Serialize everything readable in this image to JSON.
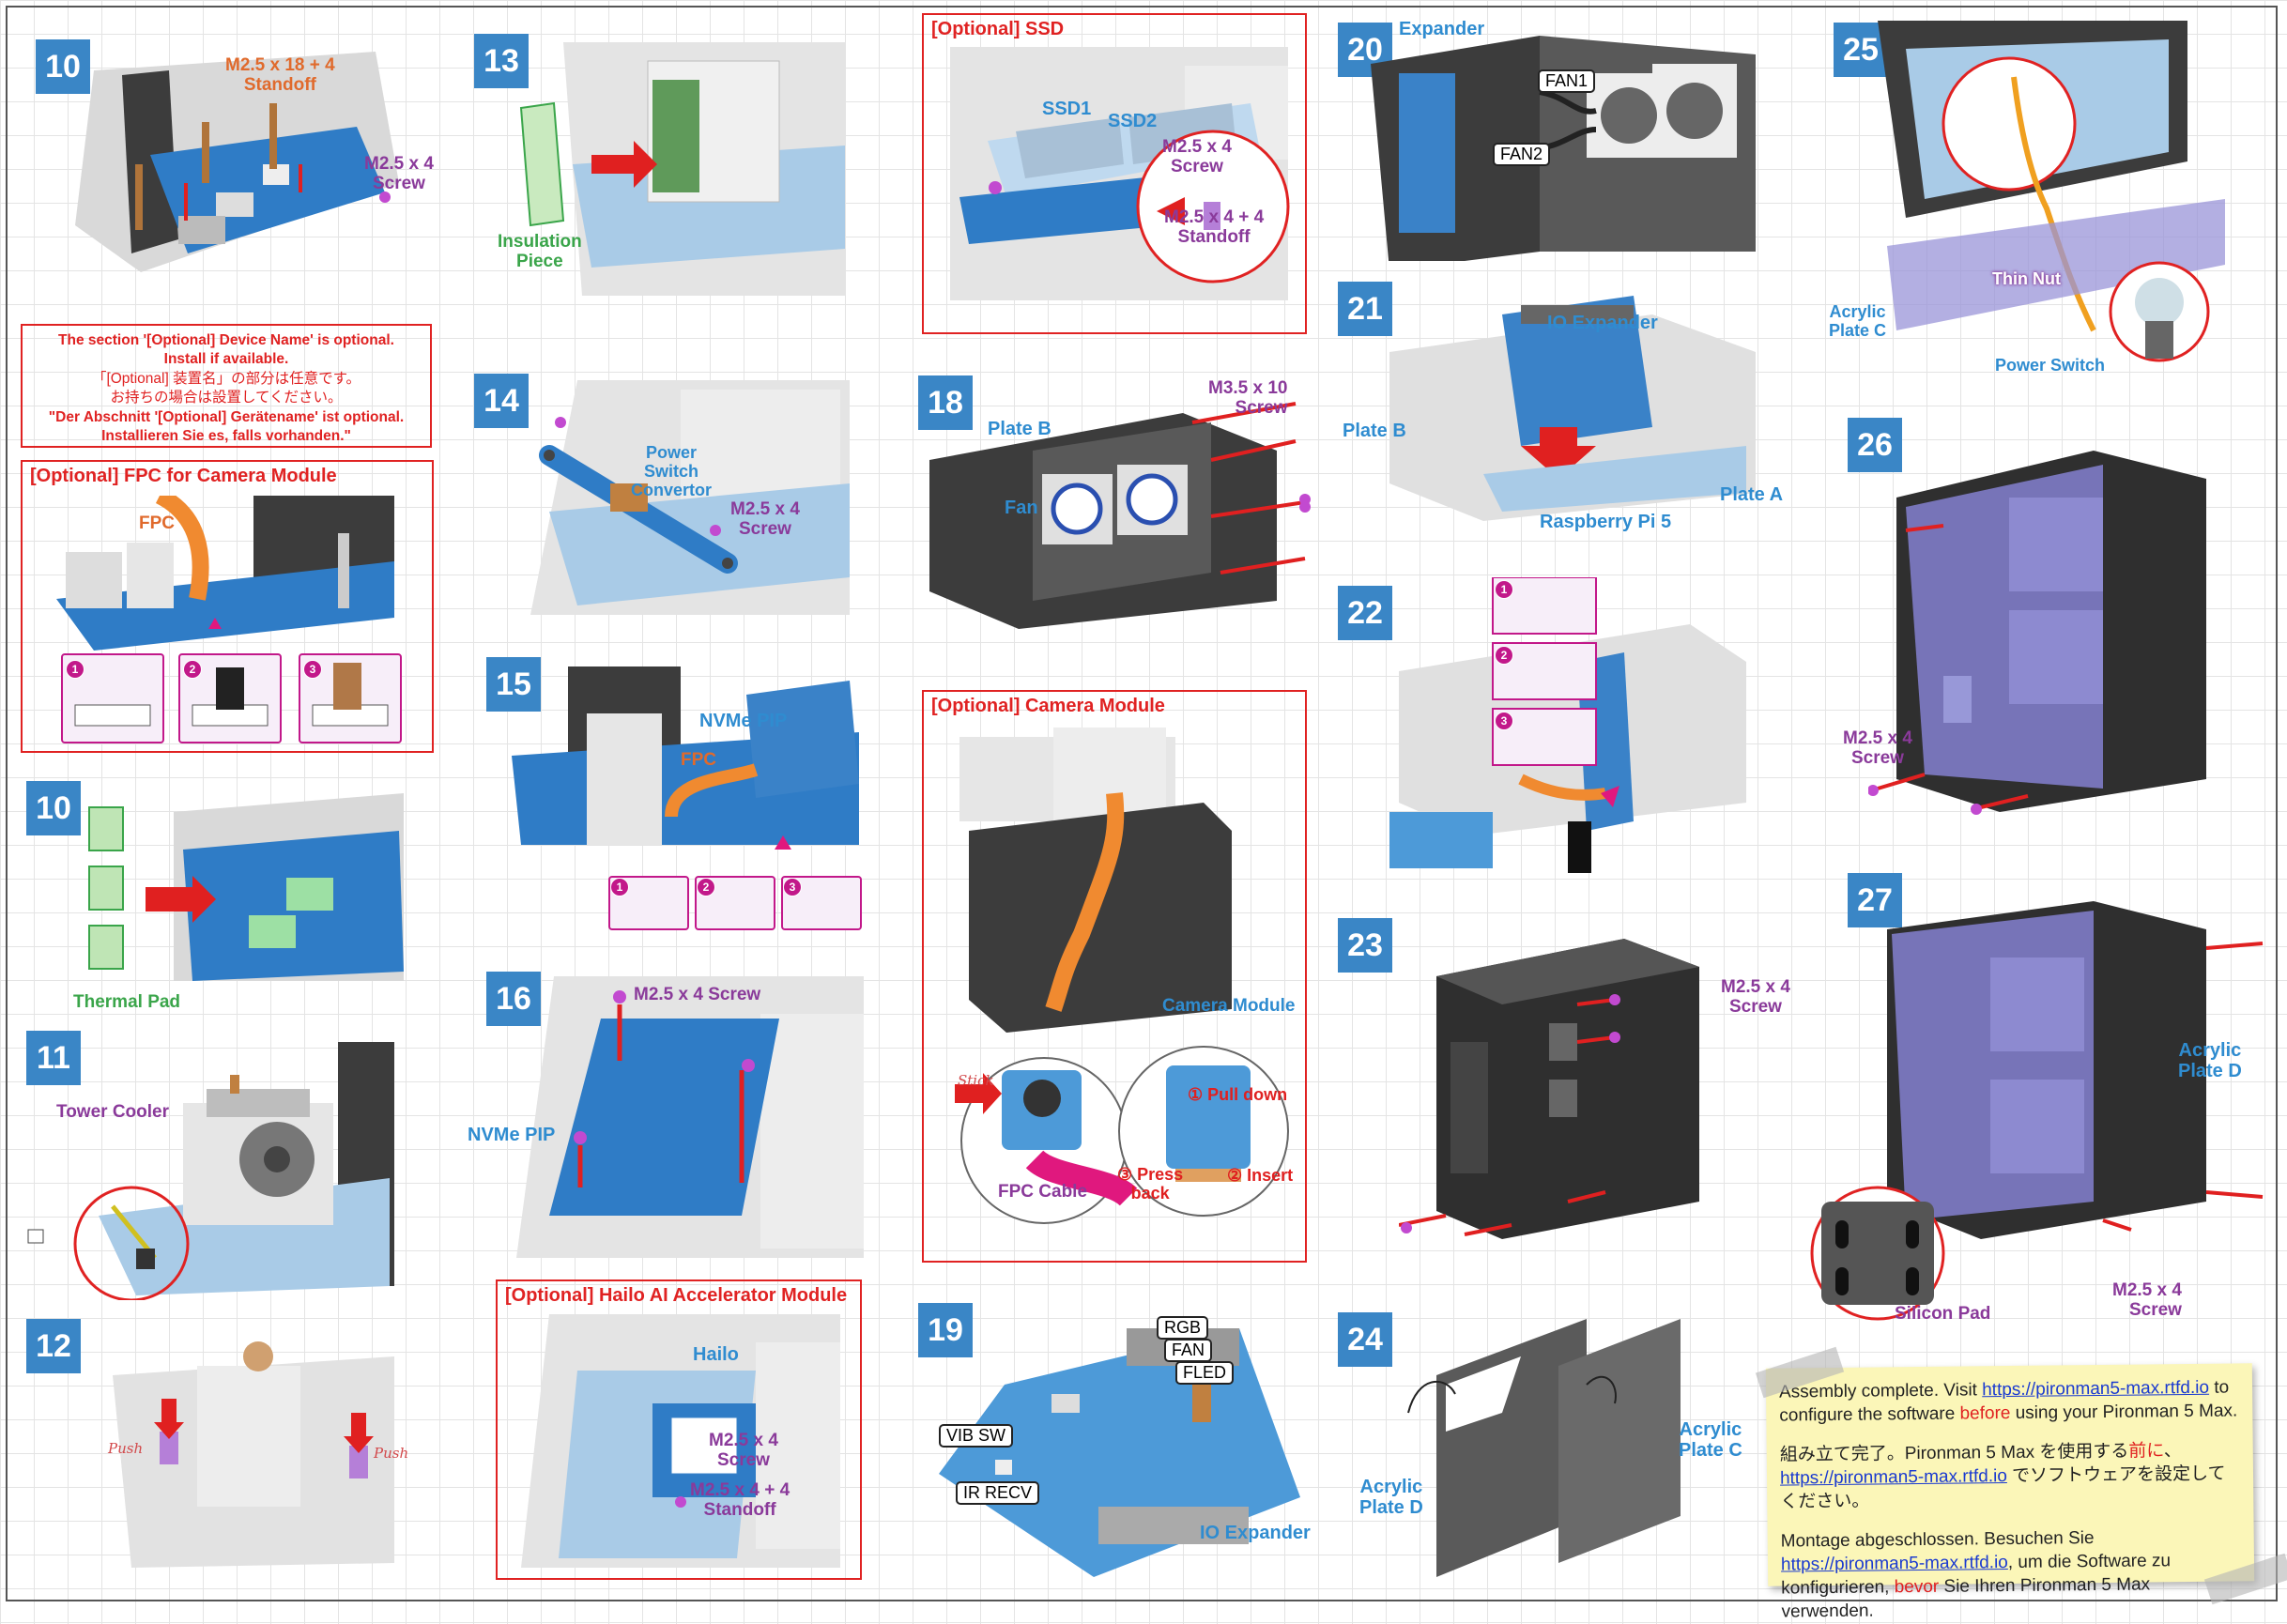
{
  "steps": {
    "s10a": "10",
    "s13": "13",
    "s20": "20",
    "s25": "25",
    "s21": "21",
    "s26": "26",
    "s14": "14",
    "s18": "18",
    "s15": "15",
    "s22": "22",
    "s10b": "10",
    "s16": "16",
    "s11": "11",
    "s23": "23",
    "s27": "27",
    "s12": "12",
    "s19": "19",
    "s24": "24"
  },
  "labels": {
    "standoff_18": "M2.5 x 18 + 4",
    "standoff_word": "Standoff",
    "screw_m25x4": "M2.5 x 4",
    "screw_word": "Screw",
    "insulation": "Insulation",
    "piece": "Piece",
    "ssd1": "SSD1",
    "ssd2": "SSD2",
    "standoff_m25x44": "M2.5 x 4 + 4",
    "expander": "Expander",
    "fan1": "FAN1",
    "fan2": "FAN2",
    "thin_nut": "Thin Nut",
    "acrylic": "Acrylic",
    "plate_c": "Plate C",
    "plate_d": "Plate D",
    "power_switch_label": "Power Switch",
    "power": "Power",
    "switch": "Switch",
    "convertor": "Convertor",
    "fpc": "FPC",
    "plate_b": "Plate B",
    "fan": "Fan",
    "screw_m35x10": "M3.5 x 10",
    "io_expander": "IO Expander",
    "raspberry_pi5": "Raspberry Pi 5",
    "plate_a": "Plate A",
    "nvme_pip": "NVMe PIP",
    "thermal_pad": "Thermal Pad",
    "screw_m25x4_inline": "M2.5 x 4  Screw",
    "camera_module": "Camera Module",
    "pull_down": "① Pull down",
    "insert": "② Insert",
    "press": "③ Press",
    "back": "back",
    "stick": "Stick",
    "fpc_cable": "FPC Cable",
    "tower_cooler": "Tower Cooler",
    "push": "Push",
    "hailo": "Hailo",
    "rgb": "RGB",
    "fan_tag": "FAN",
    "fled": "FLED",
    "vib_sw": "VIB SW",
    "ir_recv": "IR RECV",
    "silicon_pad": "Silicon Pad"
  },
  "notice": {
    "line1": "The section '[Optional] Device Name' is optional.",
    "line2": "Install if available.",
    "line3": "「[Optional] 装置名」の部分は任意です。",
    "line4": "お持ちの場合は設置してください。",
    "line5": "\"Der Abschnitt '[Optional] Gerätename' ist optional.",
    "line6": "Installieren Sie es, falls vorhanden.\""
  },
  "optional": {
    "fpc": "[Optional] FPC for Camera Module",
    "ssd": "[Optional] SSD",
    "camera": "[Optional] Camera Module",
    "hailo": "[Optional] Hailo AI Accelerator Module"
  },
  "substeps": [
    "1",
    "2",
    "3"
  ],
  "final_note": {
    "en_a": "Assembly complete. Visit ",
    "en_link": "https://pironman5-max.rtfd.io",
    "en_b": " to configure the software ",
    "en_em": "before",
    "en_c": " using your Pironman 5 Max.",
    "ja_a": "組み立て完了。Pironman 5 Max を使用する",
    "ja_em": "前に",
    "ja_b": "、",
    "ja_link": "https://pironman5-max.rtfd.io",
    "ja_c": " でソフトウェアを設定してください。",
    "de_a": "Montage abgeschlossen. Besuchen Sie ",
    "de_link": "https://pironman5-max.rtfd.io",
    "de_b": ", um die Software zu konfigurieren, ",
    "de_em": "bevor",
    "de_c": " Sie Ihren Pironman 5 Max verwenden."
  },
  "colors": {
    "step_badge": "#3a86c6",
    "optional_border": "#e02222",
    "screw_label": "#8a3a9a",
    "part_label": "#2f8cd0",
    "cable_label": "#e06a2c",
    "pad_label": "#3aa54a",
    "note_bg": "#fbf6b8"
  }
}
